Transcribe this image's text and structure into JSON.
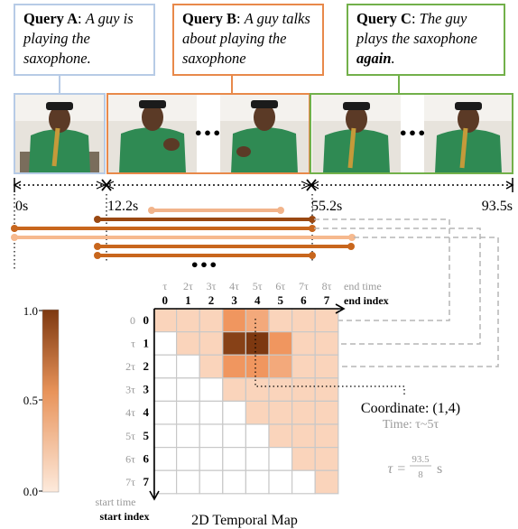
{
  "queries": {
    "a": {
      "name": "Query A",
      "sep": ": ",
      "text": "A guy is playing the saxophone."
    },
    "b": {
      "name": "Query B",
      "sep": ": ",
      "text": "A guy talks about playing the saxophone"
    },
    "c": {
      "name": "Query C",
      "sep": ": ",
      "text_before": "The guy plays the saxophone ",
      "emphasis": "again",
      "text_after": "."
    }
  },
  "timeline": {
    "markers": [
      "0s",
      "12.2s",
      "55.2s",
      "93.5s"
    ],
    "ellipsis": "•••"
  },
  "colorbar": {
    "ticks": [
      "1.0",
      "0.5",
      "0.0"
    ]
  },
  "map": {
    "end_time_label": "end time",
    "end_index_label": "end index",
    "start_time_label": "start time",
    "start_index_label": "start index",
    "tau_labels": [
      "τ",
      "2τ",
      "3τ",
      "4τ",
      "5τ",
      "6τ",
      "7τ",
      "8τ"
    ],
    "row_tau_labels": [
      "0",
      "τ",
      "2τ",
      "3τ",
      "4τ",
      "5τ",
      "6τ",
      "7τ"
    ],
    "indices": [
      "0",
      "1",
      "2",
      "3",
      "4",
      "5",
      "6",
      "7"
    ],
    "title": "2D Temporal Map",
    "cell_values": [
      [
        0.12,
        0.12,
        0.12,
        0.45,
        0.35,
        0.12,
        0.12,
        0.12
      ],
      [
        null,
        0.12,
        0.12,
        0.95,
        1.0,
        0.45,
        0.12,
        0.12
      ],
      [
        null,
        null,
        0.12,
        0.45,
        0.45,
        0.35,
        0.12,
        0.12
      ],
      [
        null,
        null,
        null,
        0.12,
        0.12,
        0.12,
        0.12,
        0.12
      ],
      [
        null,
        null,
        null,
        null,
        0.12,
        0.12,
        0.12,
        0.12
      ],
      [
        null,
        null,
        null,
        null,
        null,
        0.12,
        0.12,
        0.12
      ],
      [
        null,
        null,
        null,
        null,
        null,
        null,
        0.12,
        0.12
      ],
      [
        null,
        null,
        null,
        null,
        null,
        null,
        null,
        0.12
      ]
    ]
  },
  "annotation": {
    "coordinate": "Coordinate: (1,4)",
    "time": "Time: τ~5τ",
    "tau_lhs": "τ = ",
    "tau_num": "93.5",
    "tau_den": "8",
    "tau_unit": "s"
  },
  "colors": {
    "query_a": "#b7cbe6",
    "query_b": "#e8894a",
    "query_c": "#72b04a",
    "dark": "#9a4812",
    "mid": "#c8661d",
    "light": "#f6b98e"
  }
}
